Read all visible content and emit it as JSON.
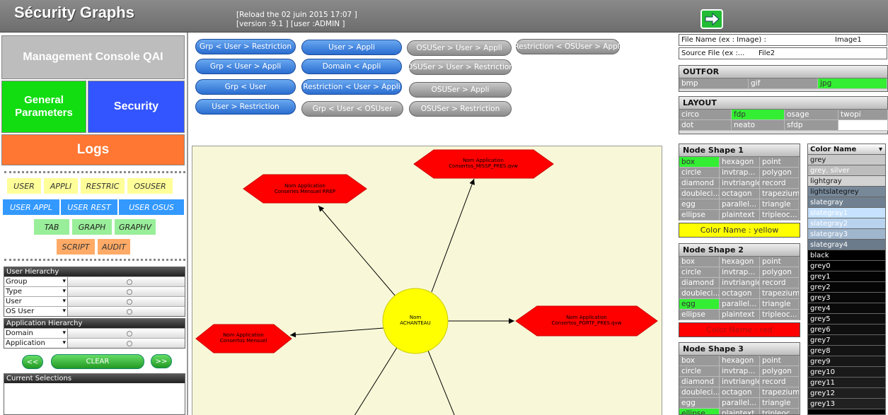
{
  "header": {
    "title": "Sécurity Graphs",
    "reload": "[Reload the 02 juin 2015 17:07 ]",
    "version": "[version :9.1 ]  [user :ADMIN ]"
  },
  "left": {
    "management": "Management Console QAI",
    "general": "General Parameters",
    "security": "Security",
    "logs": "Logs",
    "chips": [
      {
        "label": "USER",
        "color": "yellow"
      },
      {
        "label": "APPLI",
        "color": "yellow"
      },
      {
        "label": "RESTRIC",
        "color": "yellow"
      },
      {
        "label": "OSUSER",
        "color": "yellow"
      },
      {
        "label": "USER APPL",
        "color": "blue"
      },
      {
        "label": "USER REST",
        "color": "blue"
      },
      {
        "label": "USER OSUS",
        "color": "blue"
      },
      {
        "label": "TAB",
        "color": "green"
      },
      {
        "label": "GRAPH",
        "color": "green"
      },
      {
        "label": "GRAPHV",
        "color": "green"
      },
      {
        "label": "SCRIPT",
        "color": "orange"
      },
      {
        "label": "AUDIT",
        "color": "orange"
      }
    ],
    "user_hierarchy": {
      "title": "User Hierarchy",
      "rows": [
        "Group",
        "Type",
        "User",
        "OS User"
      ]
    },
    "application_hierarchy": {
      "title": "Application Hierarchy",
      "rows": [
        "Domain",
        "Application"
      ]
    },
    "prev": "<<",
    "clear": "CLEAR",
    "next": ">>",
    "current_selections": "Current Selections"
  },
  "buttons": [
    {
      "label": "Grp < User > Restriction",
      "style": "blue"
    },
    {
      "label": "Grp < User > Appli",
      "style": "blue"
    },
    {
      "label": "Grp < User",
      "style": "blue"
    },
    {
      "label": "User > Restriction",
      "style": "blue"
    },
    {
      "label": "User > Appli",
      "style": "blue"
    },
    {
      "label": "Domain < Appli",
      "style": "blue"
    },
    {
      "label": "Restriction < User > Appli",
      "style": "blue"
    },
    {
      "label": "Grp < User < OSUser",
      "style": "gray"
    },
    {
      "label": "OSUSer > User > Appli",
      "style": "gray"
    },
    {
      "label": "OSUSer > User > Restriction",
      "style": "gray"
    },
    {
      "label": "OSUSer > Appli",
      "style": "gray"
    },
    {
      "label": "OSUSer > Restriction",
      "style": "gray"
    },
    {
      "label": "Restriction < OSUser > Appli",
      "style": "gray"
    }
  ],
  "graph": {
    "center": {
      "line1": "Nom",
      "line2": "ACHANTEAU"
    },
    "nodes": [
      {
        "line1": "Nom Application",
        "line2": "Conseries Mensuel RREP"
      },
      {
        "line1": "Nom Application",
        "line2": "Consertos_MISSP_PRES.qvw"
      },
      {
        "line1": "Nom Application",
        "line2": "Consertos_PORTF_PRES.qvw"
      },
      {
        "line1": "Nom Application",
        "line2": "Consertos Mensuel"
      }
    ]
  },
  "right": {
    "file_name_label": "File Name (ex : Image) :",
    "file_name_value": "Image1",
    "source_file_label": "Source File (ex :...",
    "source_file_value": "File2",
    "outfor": {
      "title": "OUTFOR",
      "options": [
        "bmp",
        "gif",
        "jpg"
      ],
      "selected": "jpg"
    },
    "layout": {
      "title": "LAYOUT",
      "options": [
        "circo",
        "fdp",
        "osage",
        "twopi",
        "dot",
        "neato",
        "sfdp",
        ""
      ],
      "selected": "fdp"
    },
    "shape_options": [
      "box",
      "hexagon",
      "point",
      "circle",
      "invtrap...",
      "polygon",
      "diamond",
      "invtriangle",
      "record",
      "doubleci...",
      "octagon",
      "trapezium",
      "egg",
      "parallel...",
      "triangle",
      "ellipse",
      "plaintext",
      "tripleoc..."
    ],
    "node_shape_1": {
      "title": "Node Shape 1",
      "selected": "box",
      "color_label": "Color Name : yellow",
      "color": "#ffff00",
      "text_color": "#333333"
    },
    "node_shape_2": {
      "title": "Node Shape 2",
      "selected": "egg",
      "color_label": "Color Name : red",
      "color": "#ff0000",
      "text_color": "#aa1111"
    },
    "node_shape_3": {
      "title": "Node Shape 3",
      "selected": "ellipse"
    },
    "color_list": {
      "header": "Color Name",
      "items": [
        {
          "name": "grey",
          "bg": "#c8c8c8",
          "fg": "#111111"
        },
        {
          "name": "grey, silver",
          "bg": "#bdbdbd",
          "fg": "#ffffff"
        },
        {
          "name": "lightgray",
          "bg": "#d3d3d3",
          "fg": "#111111"
        },
        {
          "name": "lightslategrey",
          "bg": "#778899",
          "fg": "#111111"
        },
        {
          "name": "slategray",
          "bg": "#708090",
          "fg": "#ffffff"
        },
        {
          "name": "slategray1",
          "bg": "#c6e2ff",
          "fg": "#ffffff"
        },
        {
          "name": "slategray2",
          "bg": "#b9d3ee",
          "fg": "#ffffff"
        },
        {
          "name": "slategray3",
          "bg": "#9fb6cd",
          "fg": "#ffffff"
        },
        {
          "name": "slategray4",
          "bg": "#6c7b8b",
          "fg": "#ffffff"
        },
        {
          "name": "black",
          "bg": "#000000",
          "fg": "#ffffff"
        },
        {
          "name": "grey0",
          "bg": "#000000",
          "fg": "#ffffff"
        },
        {
          "name": "grey1",
          "bg": "#030303",
          "fg": "#ffffff"
        },
        {
          "name": "grey2",
          "bg": "#050505",
          "fg": "#ffffff"
        },
        {
          "name": "grey3",
          "bg": "#080808",
          "fg": "#ffffff"
        },
        {
          "name": "grey4",
          "bg": "#0a0a0a",
          "fg": "#ffffff"
        },
        {
          "name": "grey5",
          "bg": "#0d0d0d",
          "fg": "#ffffff"
        },
        {
          "name": "grey6",
          "bg": "#0f0f0f",
          "fg": "#ffffff"
        },
        {
          "name": "grey7",
          "bg": "#121212",
          "fg": "#ffffff"
        },
        {
          "name": "grey8",
          "bg": "#141414",
          "fg": "#ffffff"
        },
        {
          "name": "grey9",
          "bg": "#171717",
          "fg": "#ffffff"
        },
        {
          "name": "grey10",
          "bg": "#1a1a1a",
          "fg": "#ffffff"
        },
        {
          "name": "grey11",
          "bg": "#1c1c1c",
          "fg": "#ffffff"
        },
        {
          "name": "grey12",
          "bg": "#1f1f1f",
          "fg": "#ffffff"
        },
        {
          "name": "grey13",
          "bg": "#212121",
          "fg": "#ffffff"
        }
      ]
    }
  },
  "colors": {
    "header_bg": "#7a7a7a",
    "selected": "#33ee33",
    "blue_button": "#2a6dd0",
    "node_red": "#ff0000",
    "node_yellow": "#ffff00",
    "graph_bg": "#f8f8d8"
  }
}
